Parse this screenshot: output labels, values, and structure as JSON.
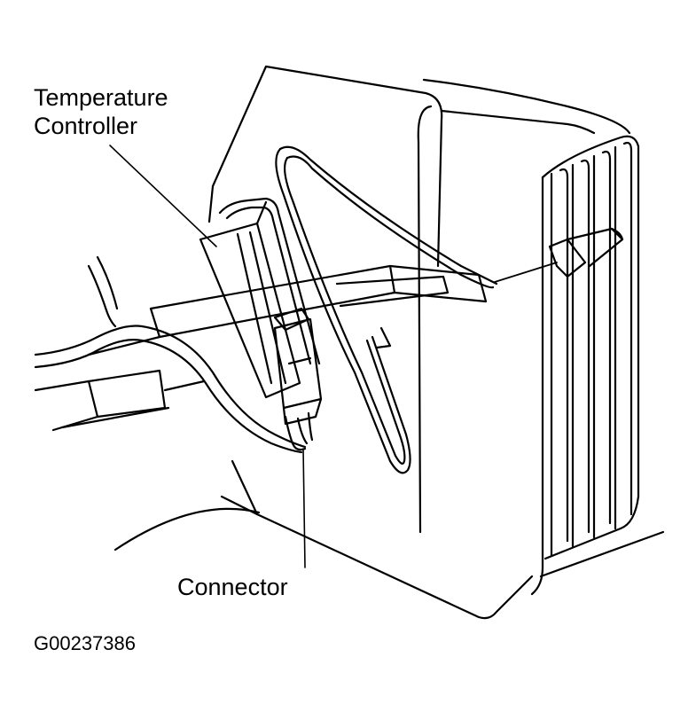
{
  "labels": {
    "temperature_controller_line1": "Temperature",
    "temperature_controller_line2": "Controller",
    "connector": "Connector",
    "figure_id": "G00237386"
  },
  "colors": {
    "line": "#000000",
    "background": "#ffffff"
  }
}
